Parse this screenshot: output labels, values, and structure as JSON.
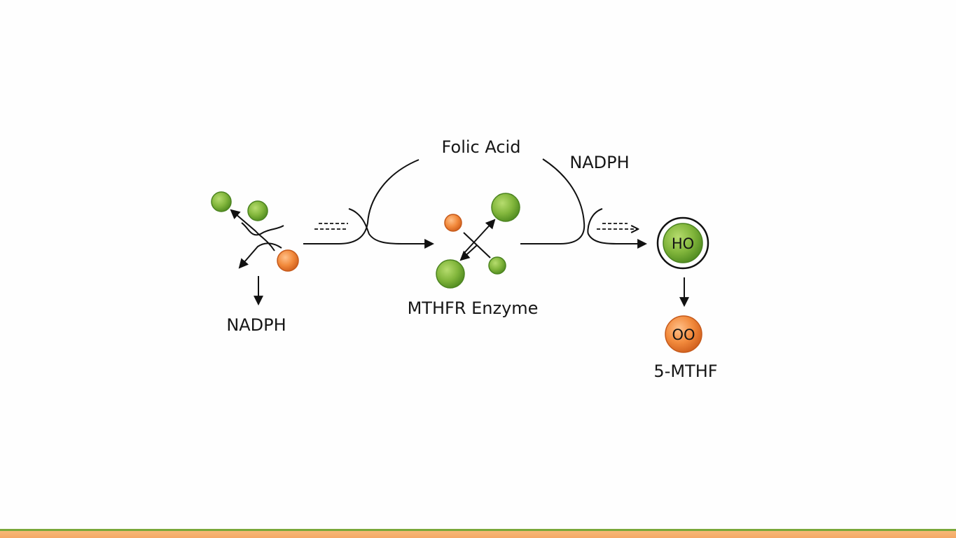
{
  "labels": {
    "folic_acid": "Folic Acid",
    "nadph_top": "NADPH",
    "nadph_left": "NADPH",
    "enzyme": "MTHFR Enzyme",
    "product": "5-MTHF"
  },
  "bubbles": {
    "ho": "HO",
    "oo": "OO"
  },
  "colors": {
    "green": "#7fb239",
    "orange": "#f08a3d",
    "line": "#111111",
    "band_green": "#7aa83a",
    "band_orange": "#f5ae6d"
  }
}
